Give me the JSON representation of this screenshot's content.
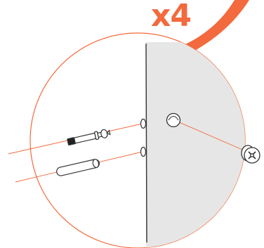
{
  "quantity_label": "x4",
  "colors": {
    "accent": "#f26a3d",
    "panel_fill": "#e6e6e6",
    "outline": "#333333",
    "background": "#ffffff"
  },
  "parts": [
    {
      "name": "cam-bolt-connector",
      "icon": "cam-bolt-icon"
    },
    {
      "name": "wooden-dowel",
      "icon": "dowel-icon"
    },
    {
      "name": "cam-lock-nut",
      "icon": "cam-lock-icon"
    }
  ]
}
